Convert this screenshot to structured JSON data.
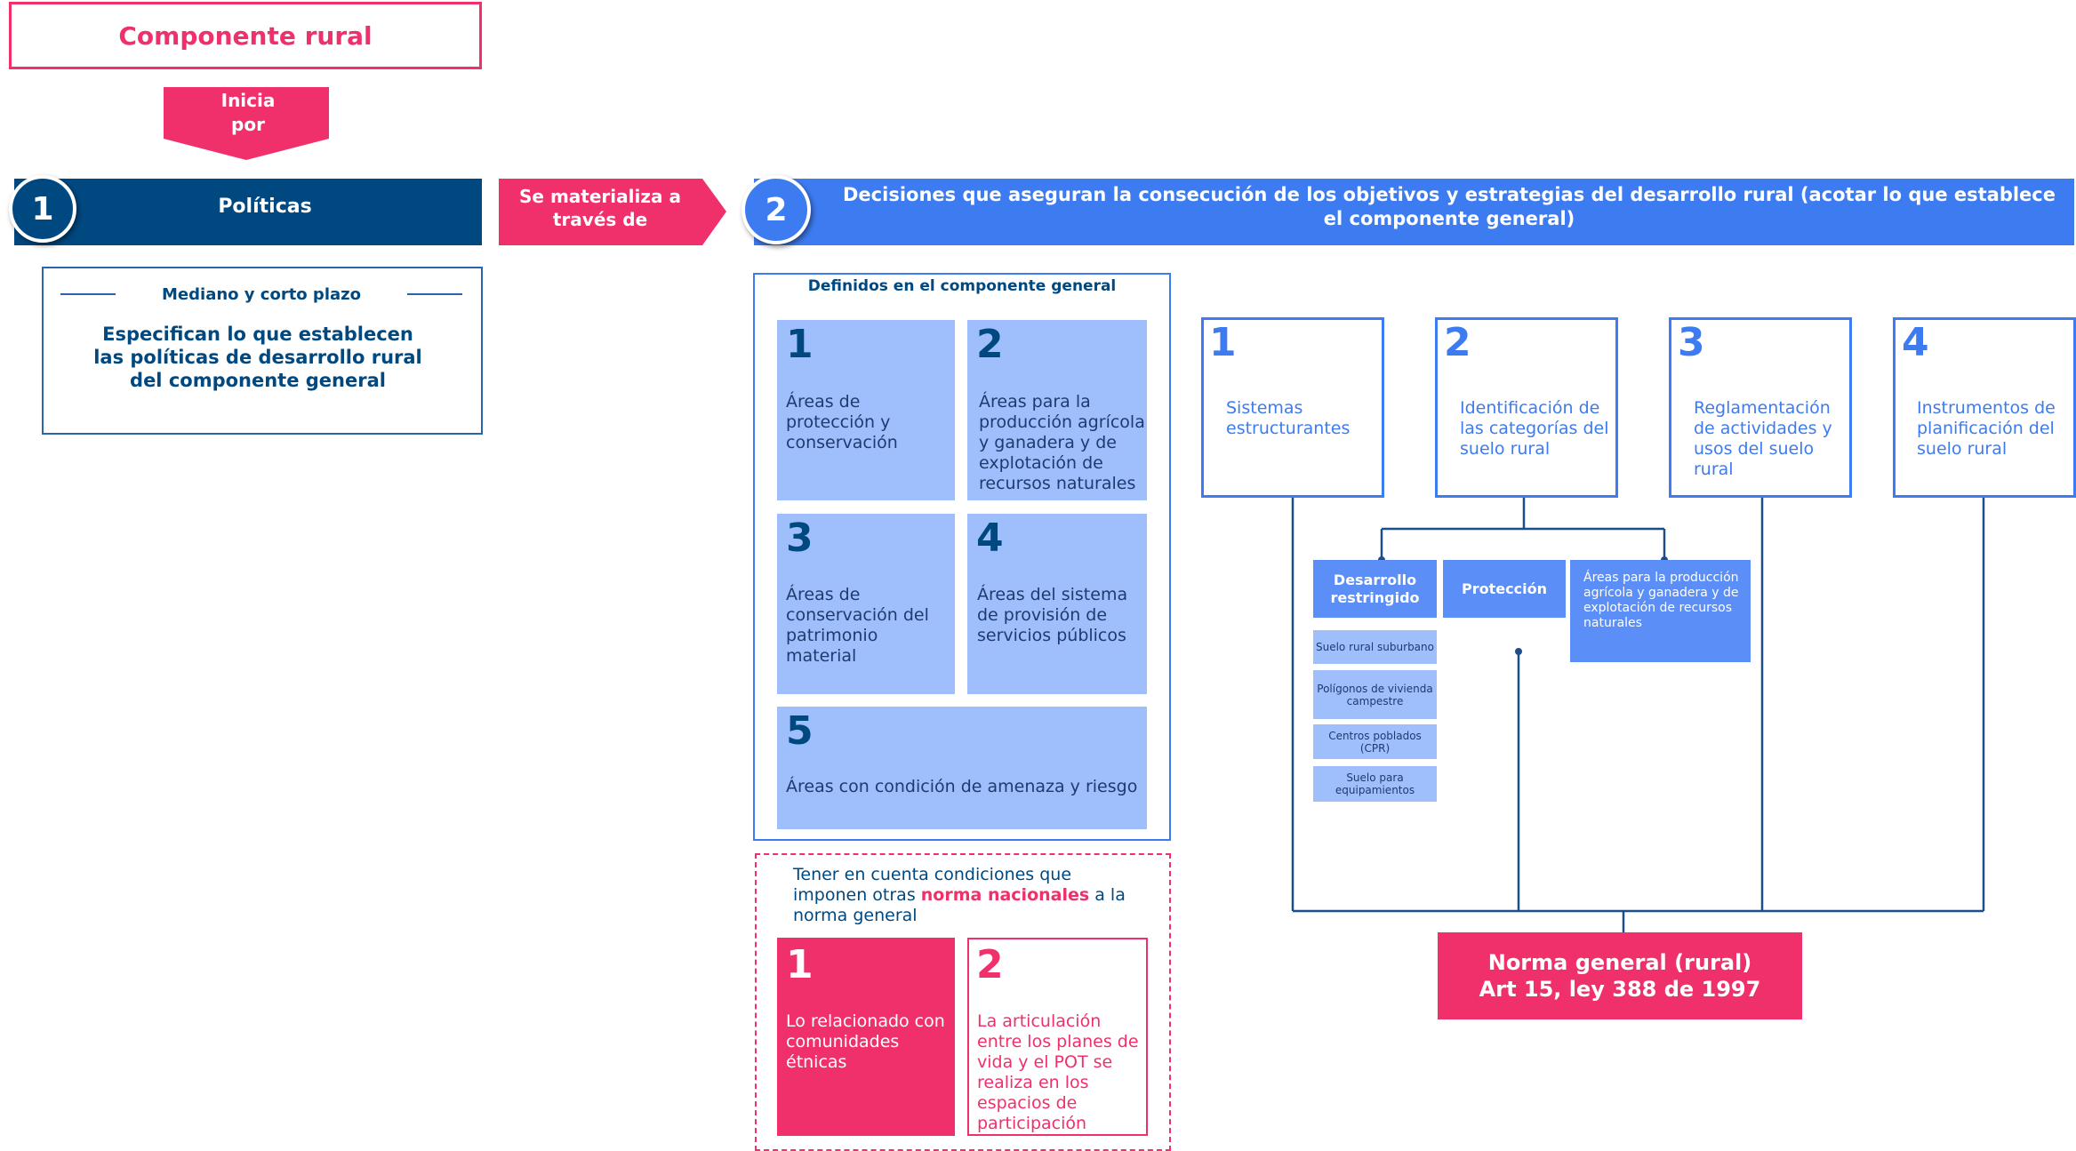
{
  "title": "Componente rural",
  "arrow_inicia": "Inicia por",
  "politicas": {
    "number": "1",
    "label": "Políticas"
  },
  "arrow_materializa": "Se materializa a través de",
  "decisiones": {
    "number": "2",
    "label": "Decisiones que aseguran la consecución de los objetivos y estrategias del desarrollo rural (acotar lo que establece el componente general)"
  },
  "plazo": {
    "heading": "Mediano y corto plazo",
    "text": "Especifican lo que establecen las políticas de desarrollo rural del componente general"
  },
  "definidos": {
    "heading": "Definidos en el componente general",
    "items": [
      {
        "number": "1",
        "text": "Áreas de protección y conservación"
      },
      {
        "number": "2",
        "text": "Áreas para la producción agrícola y ganadera y de explotación de recursos naturales"
      },
      {
        "number": "3",
        "text": "Áreas de conservación del patrimonio material"
      },
      {
        "number": "4",
        "text": "Áreas del sistema de provisión de servicios públicos"
      },
      {
        "number": "5",
        "text": "Áreas con condición de amenaza y riesgo"
      }
    ]
  },
  "tener": {
    "text_before": "Tener en cuenta condiciones que imponen otras ",
    "highlight": "norma nacionales",
    "text_after": " a la norma general",
    "items": [
      {
        "number": "1",
        "text": "Lo relacionado con comunidades étnicas"
      },
      {
        "number": "2",
        "text": "La articulación entre los planes de vida y el POT se realiza en los espacios de participación"
      }
    ]
  },
  "instrumentos": [
    {
      "number": "1",
      "text": "Sistemas estructurantes"
    },
    {
      "number": "2",
      "text": "Identificación de las categorías del suelo rural"
    },
    {
      "number": "3",
      "text": "Reglamentación de actividades y usos del suelo rural"
    },
    {
      "number": "4",
      "text": "Instrumentos de planificación del suelo rural"
    }
  ],
  "categorias": {
    "desarrollo": "Desarrollo restringido",
    "proteccion": "Protección",
    "areas": "Áreas para la producción agrícola y ganadera y de explotación de recursos naturales",
    "sub": [
      "Suelo rural suburbano",
      "Polígonos de vivienda campestre",
      "Centros poblados (CPR)",
      "Suelo para equipamientos"
    ]
  },
  "norma": {
    "line1": "Norma general (rural)",
    "line2": "Art 15, ley 388 de 1997"
  },
  "colors": {
    "pink": "#f0306a",
    "navy": "#004880",
    "blue": "#3d7bf0",
    "light_blue": "#9fbffc",
    "mid_blue": "#5b8ef6"
  }
}
